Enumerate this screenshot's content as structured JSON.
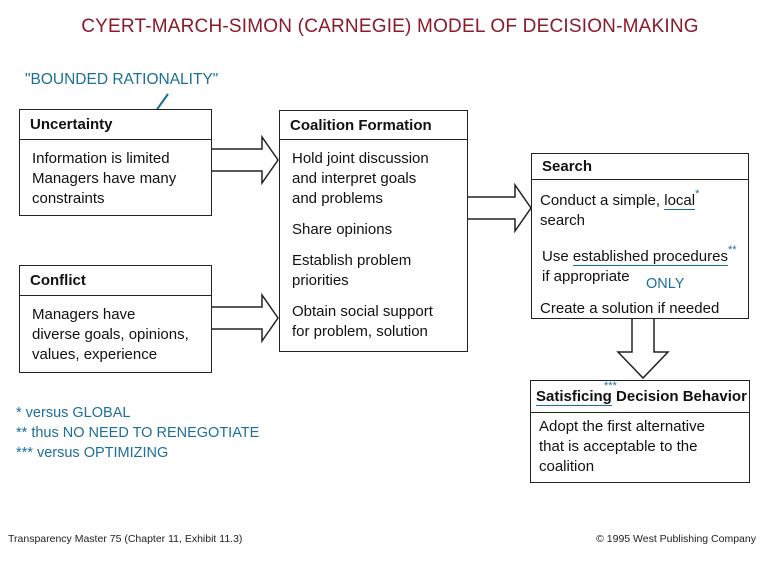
{
  "title": "CYERT-MARCH-SIMON (CARNEGIE) MODEL OF DECISION-MAKING",
  "annotations": {
    "bounded": "\"BOUNDED RATIONALITY\"",
    "only": "ONLY",
    "stars_local": "*",
    "stars_established": "**",
    "stars_satisficing": "***"
  },
  "boxes": {
    "uncertainty": {
      "header": "Uncertainty",
      "lines": [
        "Information is limited",
        "Managers have many",
        "constraints"
      ]
    },
    "conflict": {
      "header": "Conflict",
      "lines": [
        "Managers have",
        "diverse goals, opinions,",
        "values, experience"
      ]
    },
    "coalition": {
      "header": "Coalition Formation",
      "lines": [
        "Hold joint discussion",
        "and interpret goals",
        "and problems",
        "Share opinions",
        "Establish problem",
        "priorities",
        "Obtain social support",
        "for problem, solution"
      ]
    },
    "search": {
      "header": "Search",
      "l1a": "Conduct a simple, ",
      "l1b": "local",
      "l2": "search",
      "l3a": "Use ",
      "l3b": "established procedures",
      "l4": "if appropriate",
      "l5": "Create a solution if needed"
    },
    "satisficing": {
      "header_a": "Satisficing",
      "header_b": " Decision Behavior",
      "lines": [
        "Adopt the first alternative",
        "that is acceptable to the",
        "coalition"
      ]
    }
  },
  "notes": [
    "*  versus GLOBAL",
    "**  thus NO NEED TO RENEGOTIATE",
    "*** versus OPTIMIZING"
  ],
  "footer": {
    "left": "Transparency Master 75 (Chapter 11, Exhibit 11.3)",
    "right": "© 1995 West Publishing Company"
  },
  "colors": {
    "title": "#8b1a2b",
    "annotation": "#1b6f9a",
    "ink": "#222222"
  }
}
